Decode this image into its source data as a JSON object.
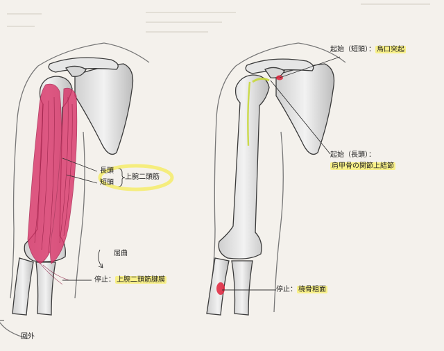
{
  "figure": {
    "left": {
      "long_head": "長頭",
      "short_head": "短頭",
      "muscle_name": "上腕二頭筋",
      "flexion": "屈曲",
      "insertion_prefix": "停止：",
      "insertion_value": "上腕二頭筋腱膜",
      "supination": "回外"
    },
    "right": {
      "origin_short_label": "起始（短頭）：",
      "origin_short_value": "烏口突起",
      "origin_long_label": "起始（長頭）：",
      "origin_long_value": "肩甲骨の関節上結節",
      "insertion_prefix": "停止：",
      "insertion_value": "橈骨粗面"
    }
  },
  "colors": {
    "muscle": "#d9366a",
    "highlight": "#f5ec6a",
    "long_head_line": "#c8d83a",
    "insertion_spot": "#e0223b",
    "bone_fill": "#e4e4e4",
    "bone_outline": "#3a3a3a"
  }
}
